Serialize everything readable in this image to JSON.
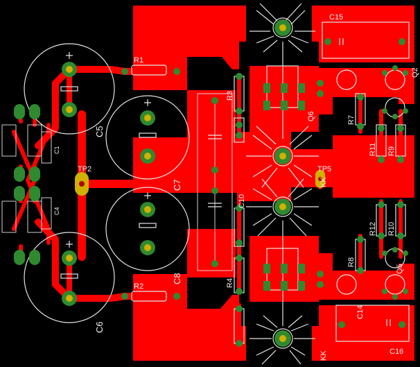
{
  "colors": {
    "background": "#000000",
    "copper": "#ff0000",
    "silkscreen": "#e6e6e6",
    "pad": "#2f8a2f",
    "pad_core": "#d0b000"
  },
  "labels": {
    "C5": "C5",
    "C6": "C6",
    "C7": "C7",
    "C8": "C8",
    "C10": "C10",
    "C14": "C14",
    "C15": "C15",
    "C16": "C16",
    "R1": "R1",
    "R2": "R2",
    "R3": "R3",
    "R4": "R4",
    "R7": "R7",
    "R8": "R8",
    "R9": "R9",
    "R10": "R10",
    "R11": "R11",
    "R12": "R12",
    "TP2": "TP2",
    "TP5": "TP5",
    "Q2": "Q2",
    "Q5": "Q5",
    "Q6": "Q6",
    "C1": "C1",
    "C4": "C4",
    "KK": "KK",
    "KK2": "KK"
  }
}
